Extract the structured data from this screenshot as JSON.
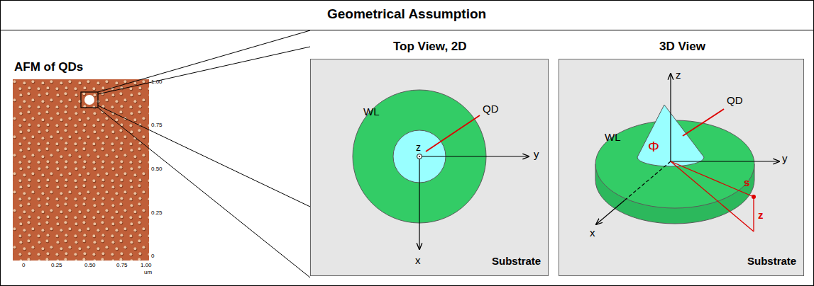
{
  "diagram": {
    "title": "Geometrical Assumption",
    "nodes": [
      {
        "text": [
          "AFM of QDs"
        ]
      },
      {
        "text": [
          "Top View, 2D",
          "Substrate"
        ]
      },
      {
        "text": [
          "3D View",
          "Substrate"
        ]
      }
    ],
    "labels": [
      "1.00",
      "0.75",
      "0.50",
      "0.25",
      "0",
      "0",
      "0.25",
      "0.50",
      "0.75",
      "1.00",
      "um",
      "WL",
      "QD",
      "z",
      "y",
      "x",
      "WL",
      "QD",
      "z",
      "y",
      "x",
      "Φ",
      "s",
      "z"
    ]
  }
}
